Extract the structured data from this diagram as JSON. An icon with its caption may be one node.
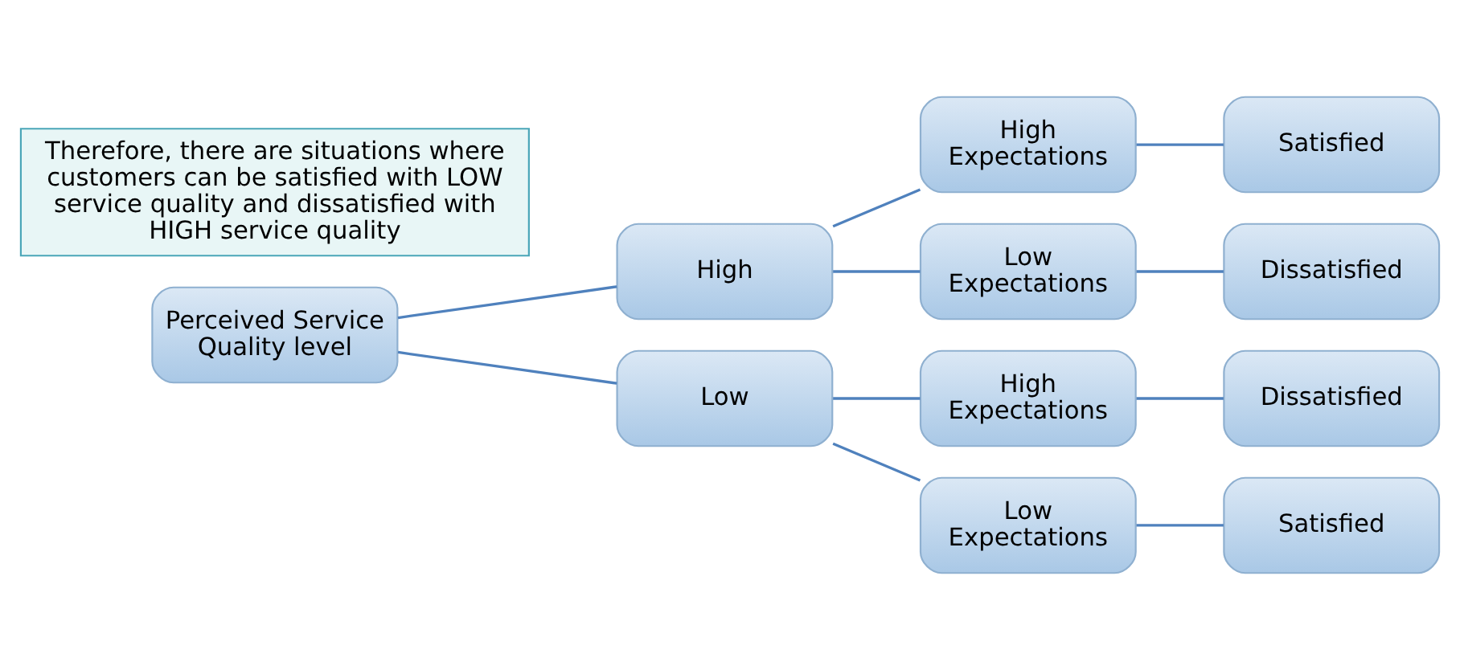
{
  "diagram": {
    "nodes": [
      {
        "text": [
          "Perceived Service Quality level"
        ]
      },
      {
        "text": [
          "High"
        ]
      },
      {
        "text": [
          "Low"
        ]
      },
      {
        "text": [
          "High Expectations"
        ]
      },
      {
        "text": [
          "Low Expectations"
        ]
      },
      {
        "text": [
          "High Expectations"
        ]
      },
      {
        "text": [
          "Low Expectations"
        ]
      },
      {
        "text": [
          "Satisfied"
        ]
      },
      {
        "text": [
          "Dissatisfied"
        ]
      },
      {
        "text": [
          "Dissatisfied"
        ]
      },
      {
        "text": [
          "Satisfied"
        ]
      },
      {
        "text": [
          "Therefore, there are situations where customers can be satisfied with LOW service quality and dissatisfied with HIGH service quality"
        ]
      }
    ],
    "edges": [
      {
        "from": 0,
        "to": 1,
        "arrow": "none"
      },
      {
        "from": 0,
        "to": 2,
        "arrow": "none"
      },
      {
        "from": 1,
        "to": 3,
        "arrow": "none"
      },
      {
        "from": 1,
        "to": 4,
        "arrow": "none"
      },
      {
        "from": 2,
        "to": 5,
        "arrow": "none"
      },
      {
        "from": 2,
        "to": 6,
        "arrow": "none"
      },
      {
        "from": 3,
        "to": 7,
        "arrow": "none"
      },
      {
        "from": 4,
        "to": 8,
        "arrow": "none"
      },
      {
        "from": 5,
        "to": 9,
        "arrow": "none"
      },
      {
        "from": 6,
        "to": 10,
        "arrow": "none"
      }
    ]
  }
}
